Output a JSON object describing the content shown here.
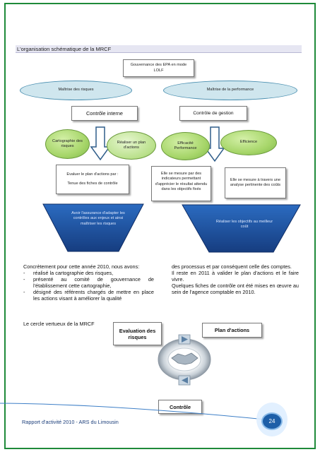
{
  "section_title": "L'organisation schématique de la MRCF",
  "diagram": {
    "top_box": "Gouvernance des EPA en mode LOLF",
    "ellipse_left": "Maîtrise des risques",
    "ellipse_right": "Maîtrise de la performance",
    "control_internal": "Contrôle interne",
    "control_gestion": "Contrôle de gestion",
    "green_cartographie": "Cartographie des risques",
    "green_realiser": "Réaliser un plan d'actions",
    "green_efficacite": "Efficacité Performance",
    "green_efficience": "Efficience",
    "box_evaluer_line1": "Evaluer le plan d'actions par :",
    "box_evaluer_line2": "Tenue des fiches de contrôle",
    "box_mesure_indicateurs": "Elle se mesure par des indicateurs permettant d'apprécier le résultat attendu dans les objectifs fixés",
    "box_mesure_analyse": "Elle se mesure à travers une analyse pertinente des coûts",
    "funnel_left": "Avoir l'assurance d'adapter les contrôles aux enjeux et ainsi maîtriser les risques",
    "funnel_right": "Réaliser les objectifs au meilleur coût"
  },
  "body_left": {
    "intro": "Concrètement pour cette année 2010, nous avons:",
    "bullets": [
      "réalisé la cartographie des risques,",
      "présenté au comité de gouvernance de l'établissement cette cartographie,",
      "désigné des référents chargés de mettre en place les actions visant à améliorer la qualité"
    ],
    "bullet_marker": "-"
  },
  "body_right": {
    "continuation": "des processus et par conséquent celle des comptes.",
    "para2": "Il reste en 2011 à valider le plan d'actions et le faire vivre.",
    "para3": "Quelques fiches de contrôle ont été mises en œuvre au sein de l'agence comptable en 2010."
  },
  "cycle": {
    "label": "Le cercle vertueux de la MRCF",
    "evaluation": "Evaluation des risques",
    "plan": "Plan d'actions",
    "controle": "Contrôle"
  },
  "footer": {
    "report": "Rapport d'activité 2010 - ARS du Limousin",
    "page_number": "24"
  },
  "colors": {
    "frame": "#1f8a3a",
    "funnel": "#1e4e9c",
    "ellipse_fill": "#cfe6ee",
    "green": "#a7d66a",
    "arrow": "#2f5d8a",
    "badge": "#1e5fa8"
  }
}
